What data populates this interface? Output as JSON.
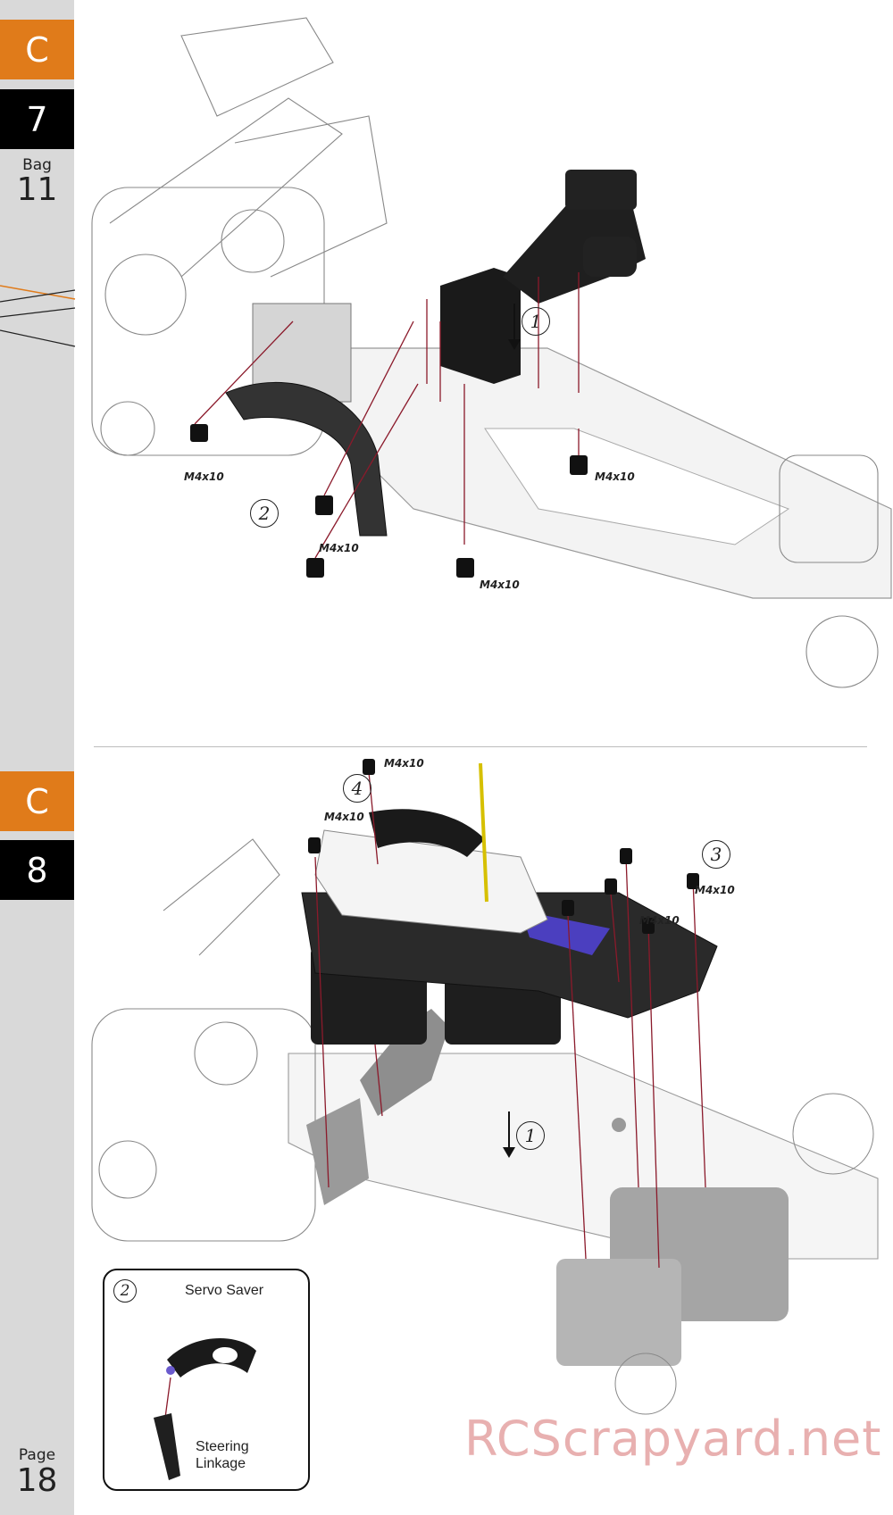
{
  "sidebar": {
    "section_top": "C",
    "step_top": "7",
    "bag_label": "Bag",
    "bag_number": "11",
    "section_bottom": "C",
    "step_bottom": "8",
    "page_label": "Page",
    "page_number": "18"
  },
  "step7": {
    "screw_labels": [
      "M4x10",
      "M4x10",
      "M4x10",
      "M4x10"
    ],
    "step_markers": [
      "1",
      "2"
    ]
  },
  "step8": {
    "screw_labels": [
      "M4x10",
      "M4x10",
      "M4x10",
      "M4x10"
    ],
    "step_markers": [
      "4",
      "3",
      "1"
    ]
  },
  "inset": {
    "step_marker": "2",
    "title": "Servo Saver",
    "caption_line1": "Steering",
    "caption_line2": "Linkage"
  },
  "watermark": "RCScrapyard.net",
  "colors": {
    "orange": "#e07b1a",
    "black": "#000000",
    "sidebar_gray": "#d9d9d9",
    "guide_red": "#8b1a2b"
  }
}
